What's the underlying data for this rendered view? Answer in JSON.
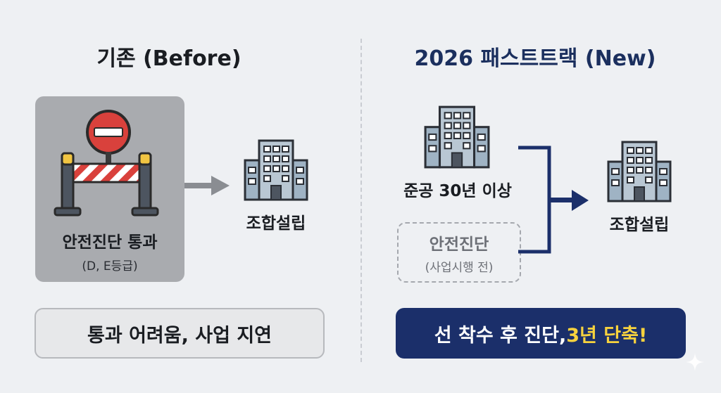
{
  "left": {
    "title": "기존 (Before)",
    "box_label": "안전진단 통과",
    "box_sublabel": "(D, E등급)",
    "result_label": "조합설립",
    "bottom_text": "통과 어려움, 사업 지연"
  },
  "right": {
    "title": "2026 패스트트랙 (New)",
    "building_label": "준공 30년 이상",
    "dashed_label": "안전진단",
    "dashed_sublabel": "(사업시행 전)",
    "result_label": "조합설립",
    "bottom_text_main": "선 착수 후 진단, ",
    "bottom_text_highlight": "3년 단축!"
  },
  "colors": {
    "background": "#eef0f3",
    "navy": "#1b2f6a",
    "highlight": "#f7d23e",
    "gray_box": "#a9abaf",
    "no_entry_red": "#d9413c"
  }
}
